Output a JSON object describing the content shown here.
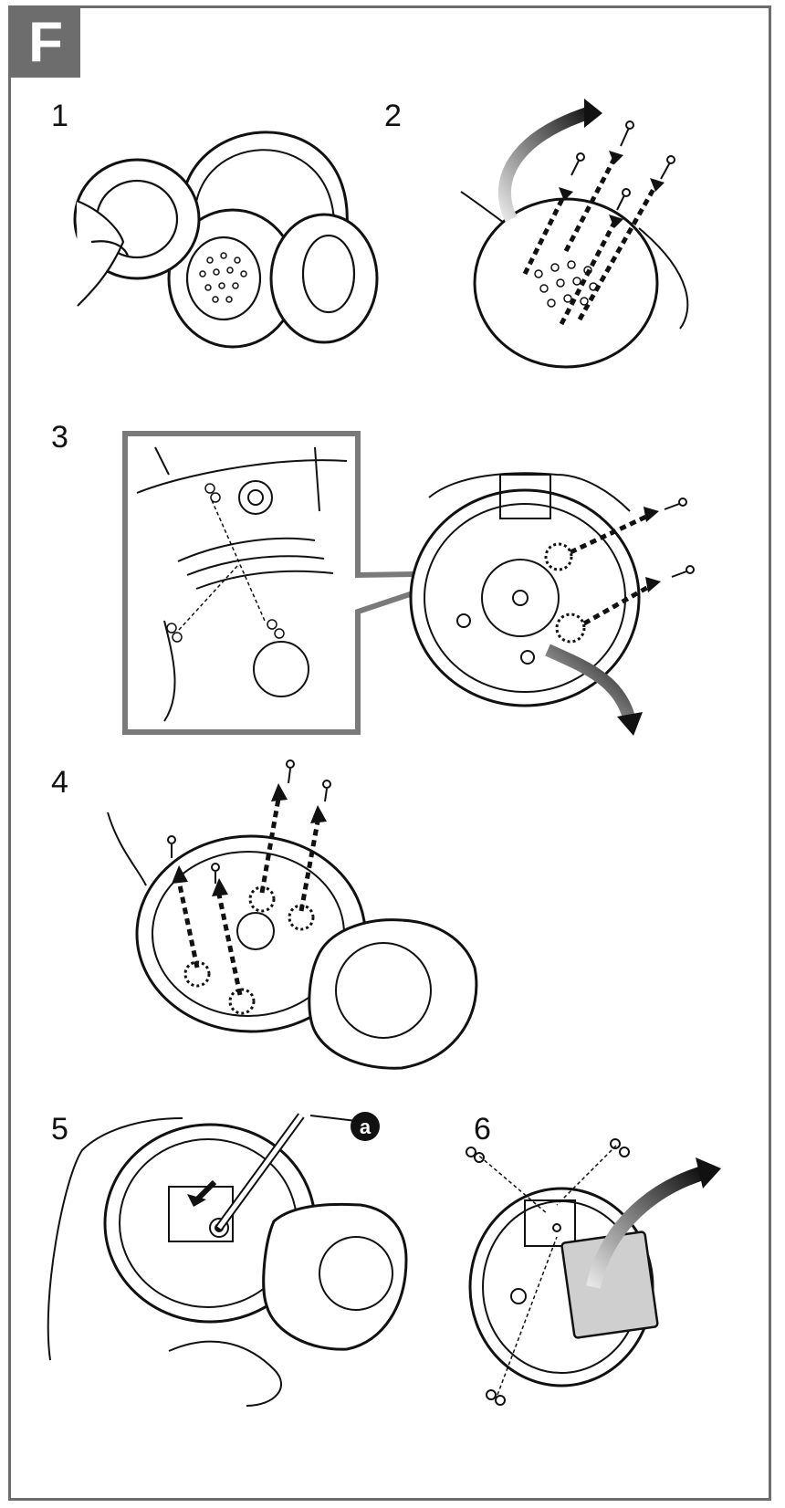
{
  "section": {
    "label": "F"
  },
  "steps": [
    {
      "number": "1",
      "description": "headphones-ear-pad-removal"
    },
    {
      "number": "2",
      "description": "speaker-cover-screw-removal"
    },
    {
      "number": "3",
      "description": "desolder-wires-remove-screws"
    },
    {
      "number": "4",
      "description": "remove-plate-screws"
    },
    {
      "number": "5",
      "description": "press-with-tool-a"
    },
    {
      "number": "6",
      "description": "remove-battery"
    }
  ],
  "callout": {
    "label": "a"
  },
  "colors": {
    "frame": "#6d6d6d",
    "ink": "#111111",
    "battery": "#cfcfcf",
    "badge_text": "#ffffff"
  }
}
